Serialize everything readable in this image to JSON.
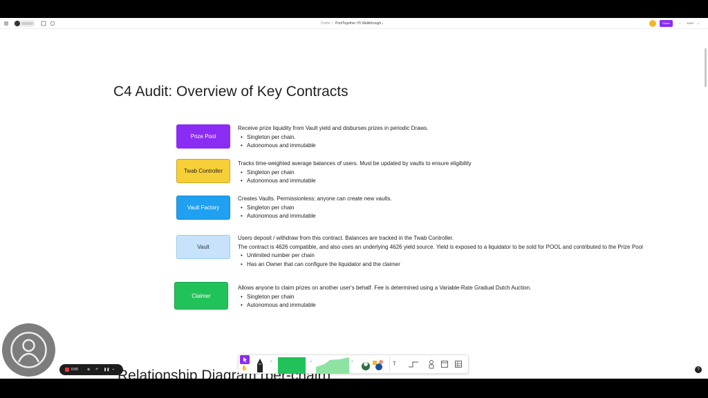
{
  "topbar": {
    "menu_icon": "menu-icon",
    "user_label": "Drafts",
    "breadcrumb_prefix": "Drafts",
    "file_title": "PoolTogether V5 Walkthrough",
    "share_label": "Share",
    "zoom": "100%",
    "zoom_minus": "−",
    "zoom_plus": "+"
  },
  "page": {
    "heading": "C4 Audit: Overview of Key Contracts",
    "next_heading": "Relationship Diagram (per-chain)"
  },
  "contracts": [
    {
      "name": "Prize Pool",
      "color": "#8b2cf5",
      "text_color": "#ffffff",
      "lines": [
        "Receive prize liquidity from Vault yield and disburses prizes in periodic Draws."
      ],
      "bullets": [
        "Singleton per chain.",
        "Autonomous and immutable"
      ]
    },
    {
      "name": "Twab Controller",
      "color": "#f7d038",
      "text_color": "#222222",
      "lines": [
        "Tracks time-weighted average balances of users. Must be updated by vaults to ensure eligibility"
      ],
      "bullets": [
        "Singleton per chain",
        "Autonomous and immutable"
      ]
    },
    {
      "name": "Vault Factory",
      "color": "#1fa0f0",
      "text_color": "#ffffff",
      "lines": [
        "Creates Vaults. Permissionless; anyone can create new vaults."
      ],
      "bullets": [
        "Singleton per chain",
        "Autonomous and immutable"
      ]
    },
    {
      "name": "Vault",
      "color": "#c6e3fb",
      "text_color": "#333333",
      "lines": [
        "Users deposit / withdraw from this contract. Balances are tracked in the Twab Controller.",
        "The contract is 4626 compatible, and also uses an underlying 4626 yield source.  Yield is exposed to a liquidator to be sold for POOL and contributed to the Prize Pool"
      ],
      "bullets": [
        "Unlimited number per chain",
        "Has an Owner that can configure the liquidator and the claimer"
      ]
    },
    {
      "name": "Claimer",
      "color": "#22c25a",
      "text_color": "#ffffff",
      "lines": [
        "Allows anyone to claim prizes on another user's behalf. Fee is determined using a Variable-Rate Gradual Dutch Auction."
      ],
      "bullets": [
        "Singleton per chain",
        "Autonomous and immutable"
      ]
    }
  ],
  "recorder": {
    "time": "0:00",
    "record_icon": "stop-icon",
    "pause_icon": "pause-icon",
    "delete_icon": "trash-icon",
    "restart_icon": "undo-icon"
  },
  "tray": {
    "text_tool": "T",
    "help_label": "?"
  }
}
